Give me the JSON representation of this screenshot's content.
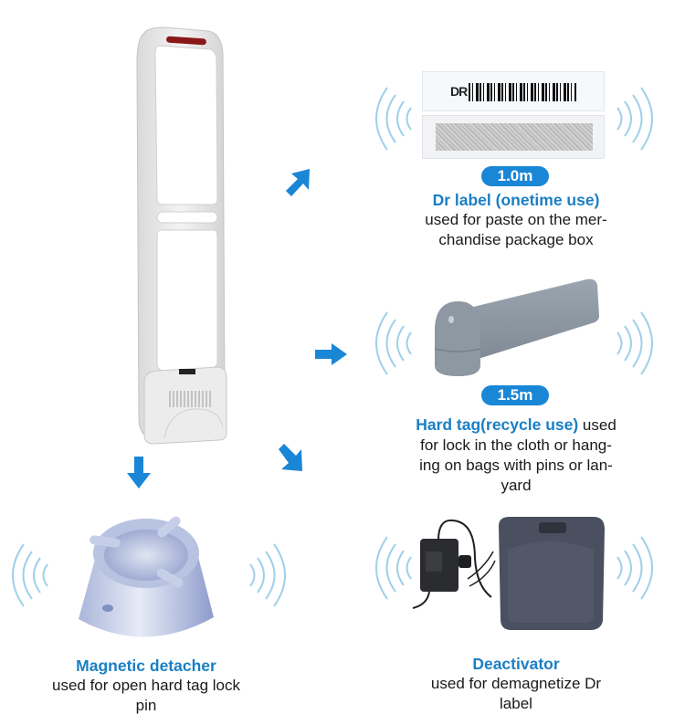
{
  "colors": {
    "accent_blue": "#1a86d6",
    "title_blue": "#1a7fc4",
    "wave_blue": "#9fd0ea",
    "text": "#1a1a1a"
  },
  "gate": {
    "name": "EAS security gate antenna",
    "icon": "security-gate-icon"
  },
  "arrows": [
    {
      "direction": "up-right",
      "icon": "arrow-up-right-icon"
    },
    {
      "direction": "right",
      "icon": "arrow-right-icon"
    },
    {
      "direction": "down-right",
      "icon": "arrow-down-right-icon"
    },
    {
      "direction": "down",
      "icon": "arrow-down-icon"
    }
  ],
  "items": {
    "dr_label": {
      "badge": "1.0m",
      "title": "Dr label (onetime use)",
      "desc_lines": [
        "used for paste on the mer-",
        "chandise package box"
      ],
      "barcode_text": "DR"
    },
    "hard_tag": {
      "badge": "1.5m",
      "title": "Hard tag(recycle use)",
      "title_suffix": " used",
      "desc_lines": [
        "for lock in the cloth or hang-",
        "ing on bags with pins or lan-",
        "yard"
      ]
    },
    "detacher": {
      "title": "Magnetic detacher",
      "desc_lines": [
        "used for open hard tag lock",
        "pin"
      ]
    },
    "deactivator": {
      "title": "Deactivator",
      "desc_lines": [
        "used for demagnetize Dr",
        "label"
      ]
    }
  }
}
